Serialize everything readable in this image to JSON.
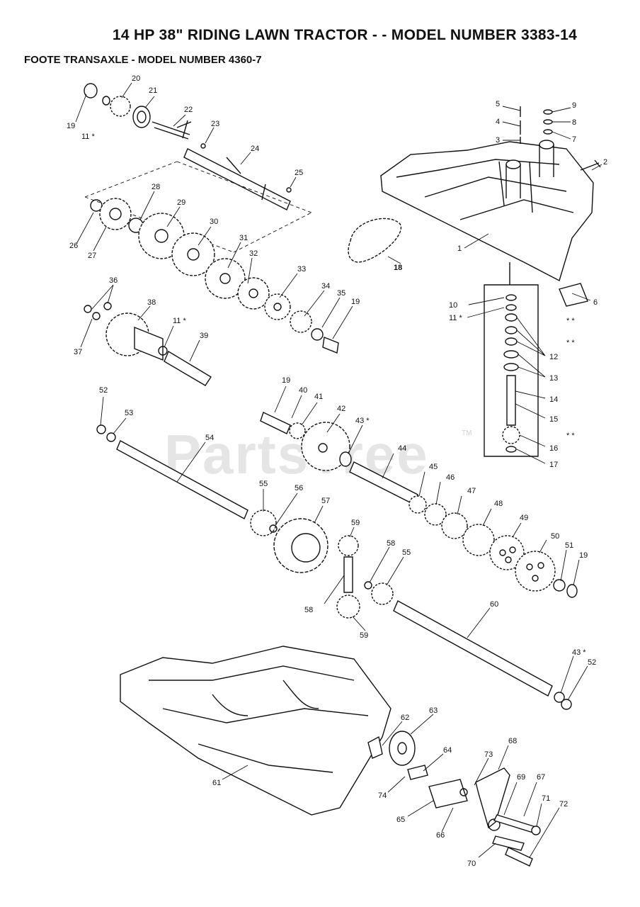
{
  "header": {
    "title": "14 HP 38\" RIDING LAWN TRACTOR - - MODEL NUMBER 3383-14",
    "subtitle": "FOOTE TRANSAXLE - MODEL NUMBER 4360-7"
  },
  "watermark": {
    "text": "PartsTree",
    "tm": "TM"
  },
  "callouts": [
    "20",
    "21",
    "19",
    "11 *",
    "22",
    "23",
    "24",
    "25",
    "28",
    "29",
    "26",
    "27",
    "30",
    "31",
    "32",
    "33",
    "34",
    "35",
    "19",
    "36",
    "38",
    "11 *",
    "37",
    "39",
    "5",
    "4",
    "3",
    "9",
    "8",
    "7",
    "2",
    "18",
    "1",
    "10",
    "11 *",
    "12",
    "13",
    "14",
    "15",
    "16",
    "17",
    "6",
    "19",
    "40",
    "41",
    "42",
    "43 *",
    "52",
    "53",
    "54",
    "44",
    "45",
    "46",
    "47",
    "48",
    "49",
    "50",
    "51",
    "19",
    "55",
    "56",
    "57",
    "59",
    "58",
    "55",
    "58",
    "59",
    "60",
    "43 *",
    "52",
    "61",
    "62",
    "63",
    "64",
    "73",
    "68",
    "69",
    "67",
    "71",
    "72",
    "74",
    "65",
    "66",
    "70",
    "* *",
    "* *",
    "* *"
  ]
}
